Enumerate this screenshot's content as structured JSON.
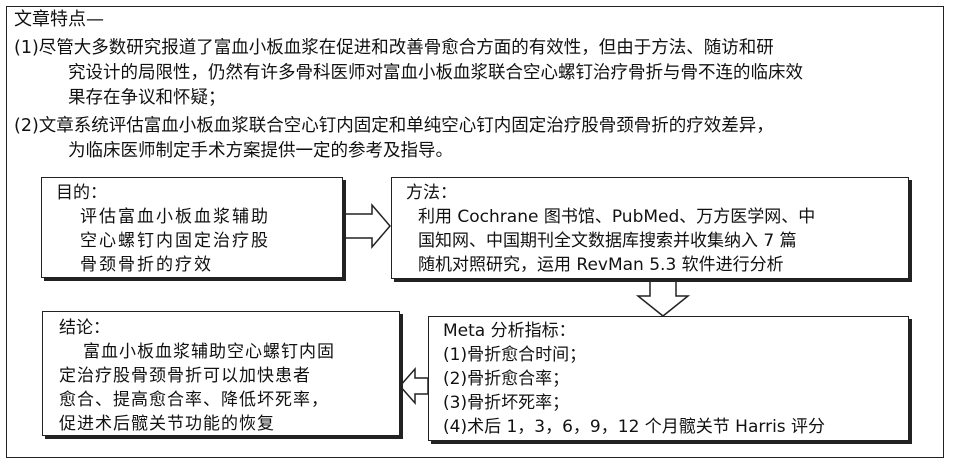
{
  "header": {
    "title": "文章特点—"
  },
  "features": [
    {
      "lines": [
        "(1)尽管大多数研究报道了富血小板血浆在促进和改善骨愈合方面的有效性，但由于方法、随访和研",
        "究设计的局限性，仍然有许多骨科医师对富血小板血浆联合空心螺钉治疗骨折与骨不连的临床效",
        "果存在争议和怀疑；"
      ]
    },
    {
      "lines": [
        "(2)文章系统评估富血小板血浆联合空心钉内固定和单纯空心钉内固定治疗股骨颈骨折的疗效差异，",
        "为临床医师制定手术方案提供一定的参考及指导。"
      ]
    }
  ],
  "boxes": {
    "purpose": {
      "title": "目的：",
      "lines": [
        "评估富血小板血浆辅助",
        "空心螺钉内固定治疗股",
        "骨颈骨折的疗效"
      ]
    },
    "method": {
      "title": "方法：",
      "lines": [
        "利用 Cochrane 图书馆、PubMed、万方医学网、中",
        "国知网、中国期刊全文数据库搜索并收集纳入 7 篇",
        "随机对照研究，运用 RevMan 5.3 软件进行分析"
      ]
    },
    "conclusion": {
      "title": "结论：",
      "lines": [
        "富血小板血浆辅助空心螺钉内固",
        "定治疗股骨颈骨折可以加快患者",
        "愈合、提高愈合率、降低坏死率，",
        "促进术后髋关节功能的恢复"
      ]
    },
    "meta": {
      "title": "Meta 分析指标：",
      "lines": [
        "(1)骨折愈合时间；",
        "(2)骨折愈合率；",
        "(3)骨折坏死率；",
        "(4)术后 1，3，6，9，12 个月髋关节 Harris 评分"
      ]
    }
  }
}
